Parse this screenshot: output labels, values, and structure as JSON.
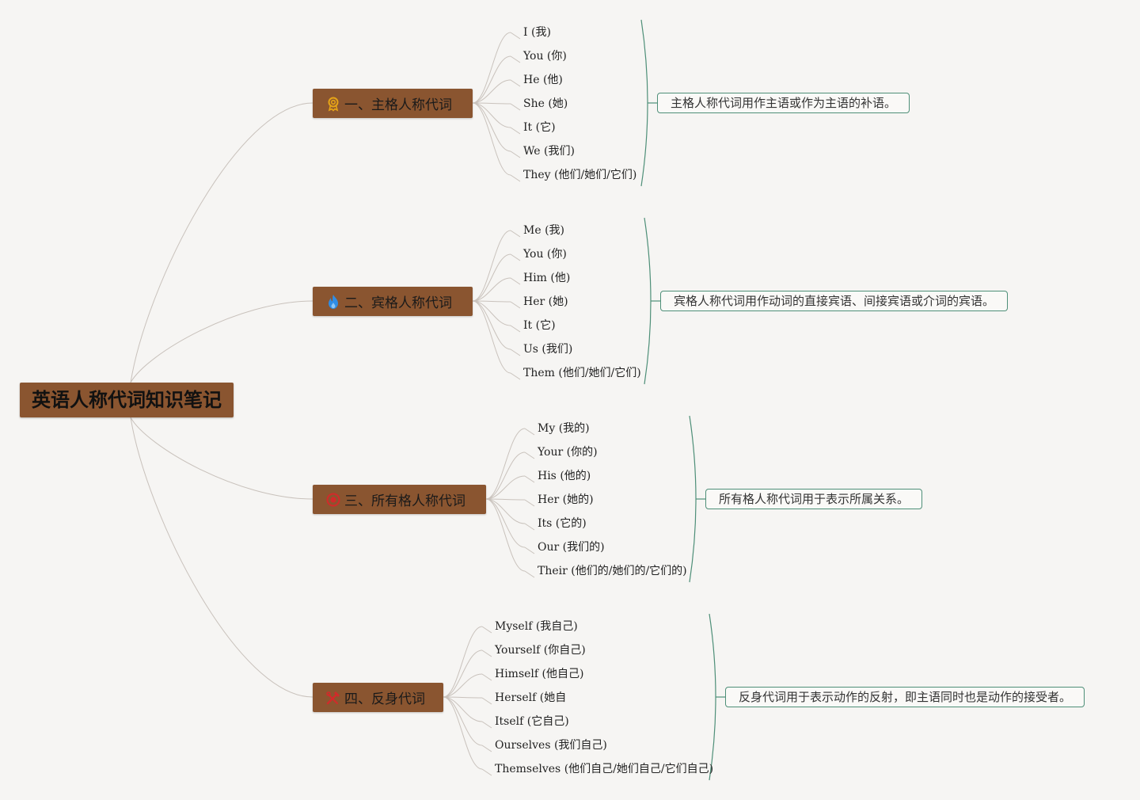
{
  "root": {
    "title": "英语人称代词知识笔记"
  },
  "branches": [
    {
      "label": "一、主格人称代词",
      "icon": "award-ribbon-icon",
      "icon_color": "#e6a417",
      "summary": "主格人称代词用作主语或作为主语的补语。",
      "items": [
        "I (我)",
        "You (你)",
        "He (他)",
        "She (她)",
        "It (它)",
        "We (我们)",
        "They (他们/她们/它们)"
      ]
    },
    {
      "label": "二、宾格人称代词",
      "icon": "flame-icon",
      "icon_color": "#2f8de4",
      "summary": "宾格人称代词用作动词的直接宾语、间接宾语或介词的宾语。",
      "items": [
        "Me (我)",
        "You (你)",
        "Him (他)",
        "Her (她)",
        "It (它)",
        "Us (我们)",
        "Them (他们/她们/它们)"
      ]
    },
    {
      "label": "三、所有格人称代词",
      "icon": "radio-circle-icon",
      "icon_color": "#d22a2a",
      "summary": "所有格人称代词用于表示所属关系。",
      "items": [
        "My (我的)",
        "Your (你的)",
        "His (他的)",
        "Her (她的)",
        "Its (它的)",
        "Our (我们的)",
        "Their (他们的/她们的/它们的)"
      ]
    },
    {
      "label": "四、反身代词",
      "icon": "tools-icon",
      "icon_color": "#d22a2a",
      "summary": "反身代词用于表示动作的反射，即主语同时也是动作的接受者。",
      "items": [
        "Myself (我自己)",
        "Yourself (你自己)",
        "Himself (他自己)",
        "Herself (她自",
        "Itself (它自己)",
        "Ourselves (我们自己)",
        "Themselves (他们自己/她们自己/它们自己)"
      ]
    }
  ],
  "colors": {
    "node_fill": "#8a5530",
    "connector": "#c9c2bc",
    "summary_border": "#4e8f78",
    "background": "#f6f5f3"
  }
}
